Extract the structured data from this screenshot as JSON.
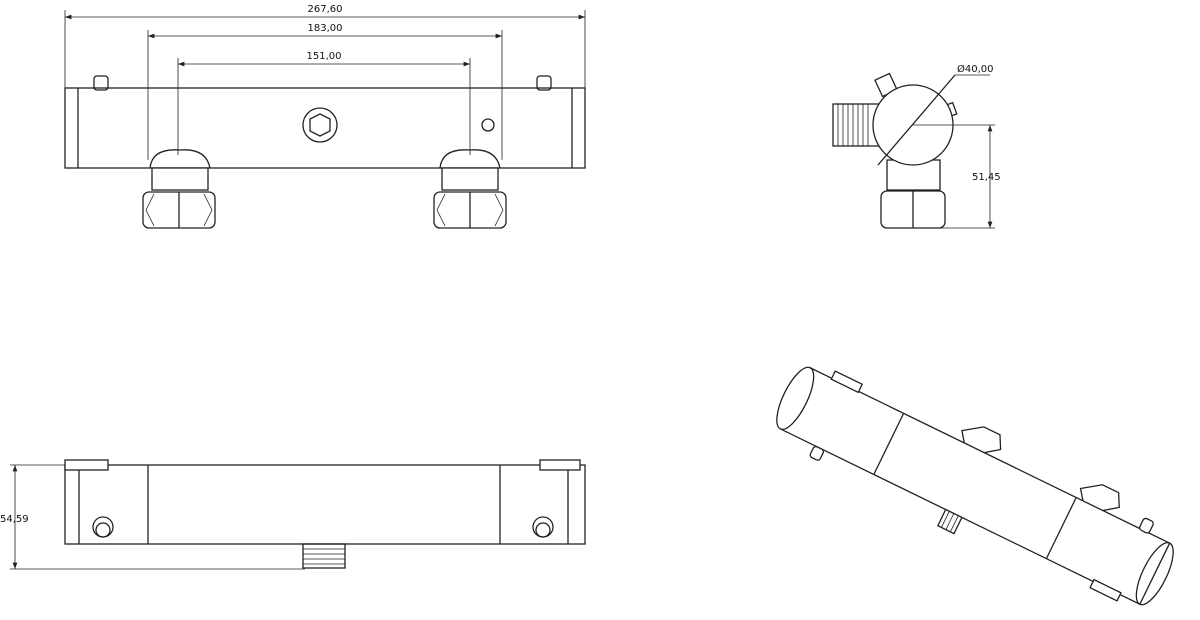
{
  "drawing": {
    "title": "Thermostatic shower bar technical drawing",
    "front_view": {
      "dim_overall": "267,60",
      "dim_outer_centers": "183,00",
      "dim_inner_centers": "151,00"
    },
    "side_view": {
      "dim_diameter": "Ø40,00",
      "dim_height": "51,45"
    },
    "bottom_view": {
      "dim_depth": "54,59"
    }
  }
}
